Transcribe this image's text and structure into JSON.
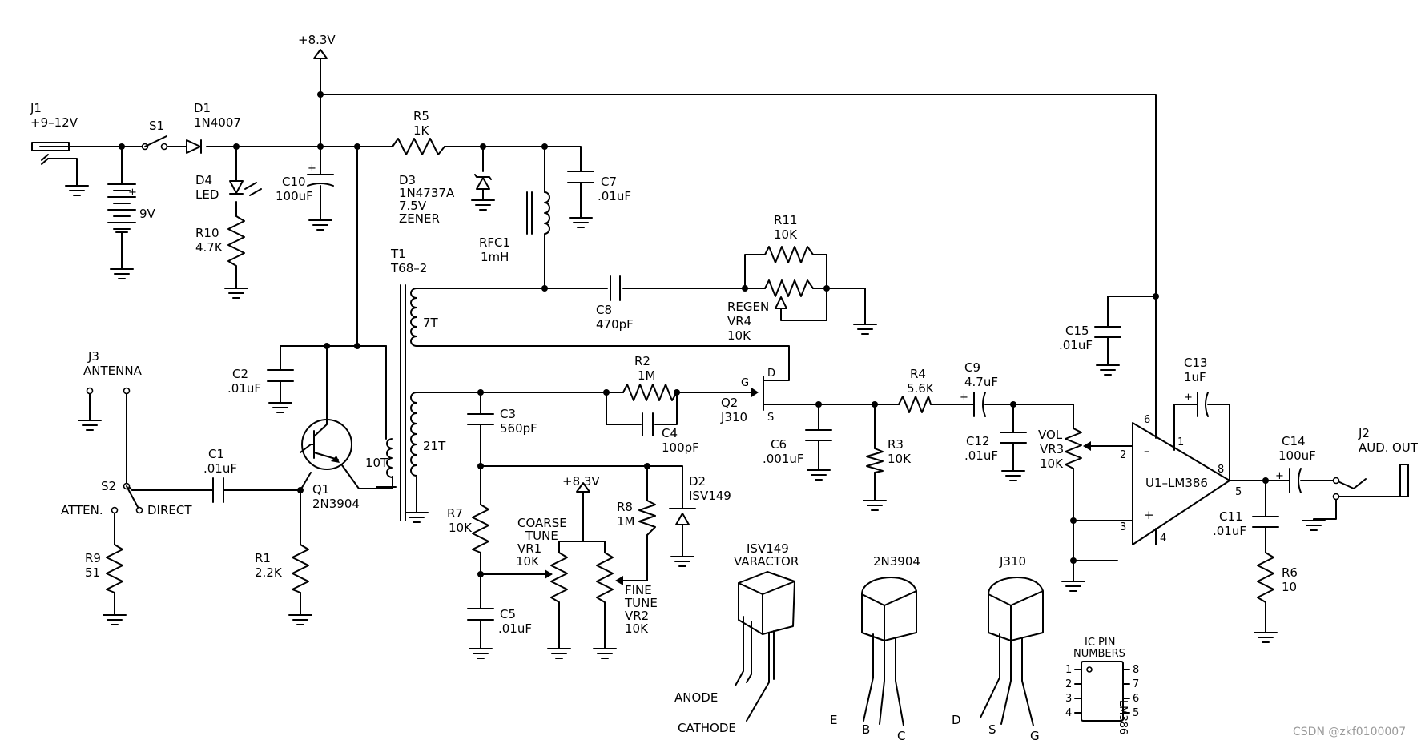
{
  "power": {
    "rail": "+8.3V",
    "rail2": "+8.3V"
  },
  "components": {
    "j1": {
      "ref": "J1",
      "value": "+9–12V"
    },
    "s1": {
      "ref": "S1"
    },
    "d1": {
      "ref": "D1",
      "value": "1N4007"
    },
    "battery": {
      "value": "9V"
    },
    "d4": {
      "ref": "D4",
      "value": "LED"
    },
    "r10": {
      "ref": "R10",
      "value": "4.7K"
    },
    "c10": {
      "ref": "C10",
      "value": "100uF"
    },
    "r5": {
      "ref": "R5",
      "value": "1K"
    },
    "d3": {
      "ref": "D3",
      "value": "1N4737A",
      "v2": "7.5V",
      "v3": "ZENER"
    },
    "c7": {
      "ref": "C7",
      "value": ".01uF"
    },
    "rfc1": {
      "ref": "RFC1",
      "value": "1mH"
    },
    "r11": {
      "ref": "R11",
      "value": "10K"
    },
    "vr4": {
      "label": "REGEN",
      "ref": "VR4",
      "value": "10K"
    },
    "c8": {
      "ref": "C8",
      "value": "470pF"
    },
    "t1": {
      "ref": "T1",
      "value": "T68–2",
      "w1": "7T",
      "w2": "21T",
      "w3": "10T"
    },
    "c2": {
      "ref": "C2",
      "value": ".01uF"
    },
    "j3": {
      "ref": "J3",
      "value": "ANTENNA"
    },
    "s2": {
      "ref": "S2",
      "pos1": "ATTEN.",
      "pos2": "DIRECT"
    },
    "c1": {
      "ref": "C1",
      "value": ".01uF"
    },
    "q1": {
      "ref": "Q1",
      "value": "2N3904"
    },
    "r9": {
      "ref": "R9",
      "value": "51"
    },
    "r1": {
      "ref": "R1",
      "value": "2.2K"
    },
    "r2": {
      "ref": "R2",
      "value": "1M"
    },
    "c4": {
      "ref": "C4",
      "value": "100pF"
    },
    "c3": {
      "ref": "C3",
      "value": "560pF"
    },
    "q2": {
      "ref": "Q2",
      "value": "J310",
      "g": "G",
      "d": "D",
      "s": "S"
    },
    "c6": {
      "ref": "C6",
      "value": ".001uF"
    },
    "r3": {
      "ref": "R3",
      "value": "10K"
    },
    "r4": {
      "ref": "R4",
      "value": "5.6K"
    },
    "c9": {
      "ref": "C9",
      "value": "4.7uF"
    },
    "c12": {
      "ref": "C12",
      "value": ".01uF"
    },
    "vr3": {
      "label": "VOL",
      "ref": "VR3",
      "value": "10K"
    },
    "d2": {
      "ref": "D2",
      "value": "ISV149"
    },
    "r8": {
      "ref": "R8",
      "value": "1M"
    },
    "r7": {
      "ref": "R7",
      "value": "10K"
    },
    "vr1": {
      "l1": "COARSE",
      "l2": "TUNE",
      "ref": "VR1",
      "value": "10K"
    },
    "vr2": {
      "l1": "FINE",
      "l2": "TUNE",
      "ref": "VR2",
      "value": "10K"
    },
    "c5": {
      "ref": "C5",
      "value": ".01uF"
    },
    "c15": {
      "ref": "C15",
      "value": ".01uF"
    },
    "c13": {
      "ref": "C13",
      "value": "1uF"
    },
    "u1": {
      "label": "U1–LM386",
      "p1": "1",
      "p2": "2",
      "p3": "3",
      "p4": "4",
      "p5": "5",
      "p6": "6",
      "p8": "8",
      "minus": "–",
      "plus": "+"
    },
    "c14": {
      "ref": "C14",
      "value": "100uF"
    },
    "c11": {
      "ref": "C11",
      "value": ".01uF"
    },
    "r6": {
      "ref": "R6",
      "value": "10"
    },
    "j2": {
      "ref": "J2",
      "value": "AUD.",
      "value2": "OUT"
    }
  },
  "packages": {
    "varactor": {
      "title1": "ISV149",
      "title2": "VARACTOR",
      "pin1": "ANODE",
      "pin2": "CATHODE"
    },
    "npn": {
      "title": "2N3904",
      "pins": [
        "E",
        "B",
        "C"
      ]
    },
    "jfet": {
      "title": "J310",
      "pins": [
        "D",
        "S",
        "G"
      ]
    },
    "ic": {
      "title1": "IC  PIN",
      "title2": "NUMBERS",
      "body": "LM386",
      "left": [
        "1",
        "2",
        "3",
        "4"
      ],
      "right": [
        "8",
        "7",
        "6",
        "5"
      ]
    }
  },
  "polarity": {
    "plus": "+"
  },
  "watermark": "CSDN @zkf0100007"
}
